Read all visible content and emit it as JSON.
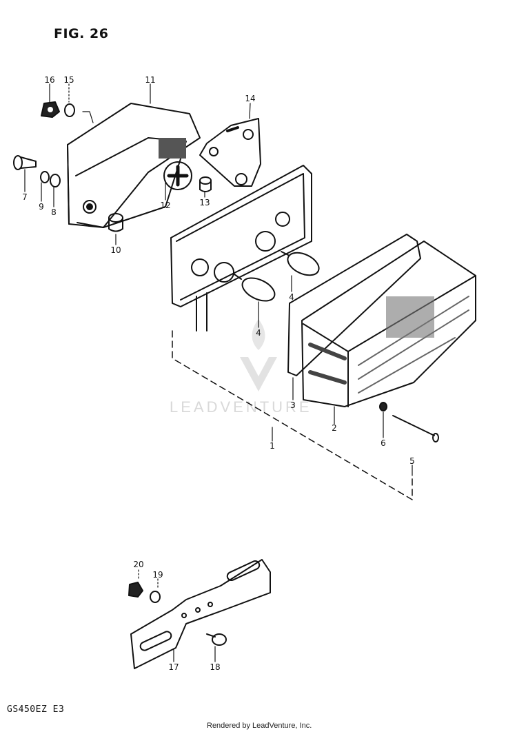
{
  "figure": {
    "title": "FIG. 26",
    "model": "GS450EZ  E3"
  },
  "watermark": {
    "text": "LEADVENTURE"
  },
  "footer": {
    "credit": "Rendered by LeadVenture, Inc."
  },
  "callouts": {
    "c1": "1",
    "c2": "2",
    "c3": "3",
    "c4a": "4",
    "c4b": "4",
    "c5": "5",
    "c6": "6",
    "c7": "7",
    "c8": "8",
    "c9": "9",
    "c10": "10",
    "c11": "11",
    "c12": "12",
    "c13": "13",
    "c14": "14",
    "c15": "15",
    "c16": "16",
    "c17": "17",
    "c18": "18",
    "c19": "19",
    "c20": "20"
  },
  "icons": [
    "leadventure-logo-icon"
  ]
}
